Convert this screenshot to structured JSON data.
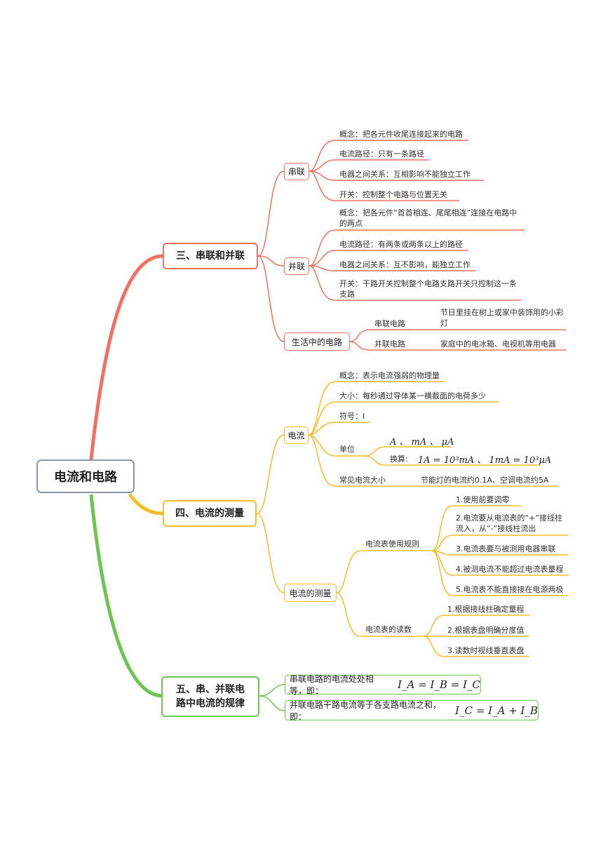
{
  "root": "电流和电路",
  "sec3": {
    "title": "三、串联和并联",
    "series": {
      "label": "串联",
      "items": [
        "概念：把各元件收尾连接起来的电路",
        "电流路径：只有一条路径",
        "电器之间关系：互相影响不能独立工作",
        "开关：控制整个电路与位置无关"
      ]
    },
    "parallel": {
      "label": "并联",
      "items": [
        "概念：把各元件“首首相连、尾尾相连”连接在电路中的两点",
        "电流路径：有两条或两条以上的路径",
        "电器之间关系：互不影响，能独立工作",
        "开关：干路开关控制整个电路支路开关只控制这一条支路"
      ]
    },
    "life": {
      "label": "生活中的电路",
      "series_label": "串联电路",
      "series_desc": "节日里挂在树上或家中装饰用的小彩灯",
      "parallel_label": "并联电路",
      "parallel_desc": "家庭中的电冰箱、电视机等用电器"
    }
  },
  "sec4": {
    "title": "四、电流的测量",
    "current": {
      "label": "电流",
      "concept": "概念：表示电流强弱的物理量",
      "size": "大小：每秒通过导体某一横截面的电荷多少",
      "symbol": "符号：I",
      "unit_label": "单位",
      "units": "A 、 mA 、 μA",
      "convert_label": "换算:",
      "convert": "1A = 10³mA 、 1mA = 10³μA",
      "common_label": "常见电流大小",
      "common_desc": "节能灯的电流约0.1A、空调电流约5A"
    },
    "measure": {
      "label": "电流的测量",
      "rules_label": "电流表使用规则",
      "rules": [
        "1.使用前要调零",
        "2.电流要从电流表的“+”接线柱流入，从“-”接线柱流出",
        "3.电流表要与被测用电器串联",
        "4.被测电流不能超过电流表量程",
        "5.电流表不能直接接在电源两极"
      ],
      "reading_label": "电流表的读数",
      "reading": [
        "1.根据接线柱确定量程",
        "2.根据表盘明确分度值",
        "3.读数时视线垂直表盘"
      ]
    }
  },
  "sec5": {
    "title": "五、串、并联电路中电流的规律",
    "rule1_text": "串联电路的电流处处相等，即：",
    "rule1_eq": "I_A = I_B = I_C",
    "rule2_text": "并联电路干路电流等于各支路电流之和，即：",
    "rule2_eq": "I_C = I_A + I_B"
  }
}
